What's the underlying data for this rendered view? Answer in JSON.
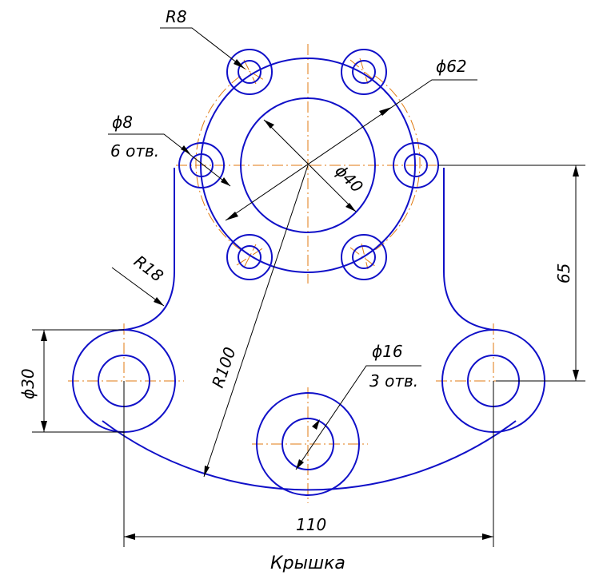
{
  "drawing": {
    "title": "Крышка",
    "labels": {
      "r8": "R8",
      "d62": "ϕ62",
      "d8": "ϕ8",
      "holes6": "6 отв.",
      "d40": "ϕ40",
      "r18": "R18",
      "d30": "ϕ30",
      "r100": "R100",
      "d16": "ϕ16",
      "holes3": "3 отв.",
      "dim65": "65",
      "dim110": "110"
    },
    "colors": {
      "outline": "#1010c8",
      "axis": "#e07a10",
      "dimension": "#000000"
    }
  }
}
